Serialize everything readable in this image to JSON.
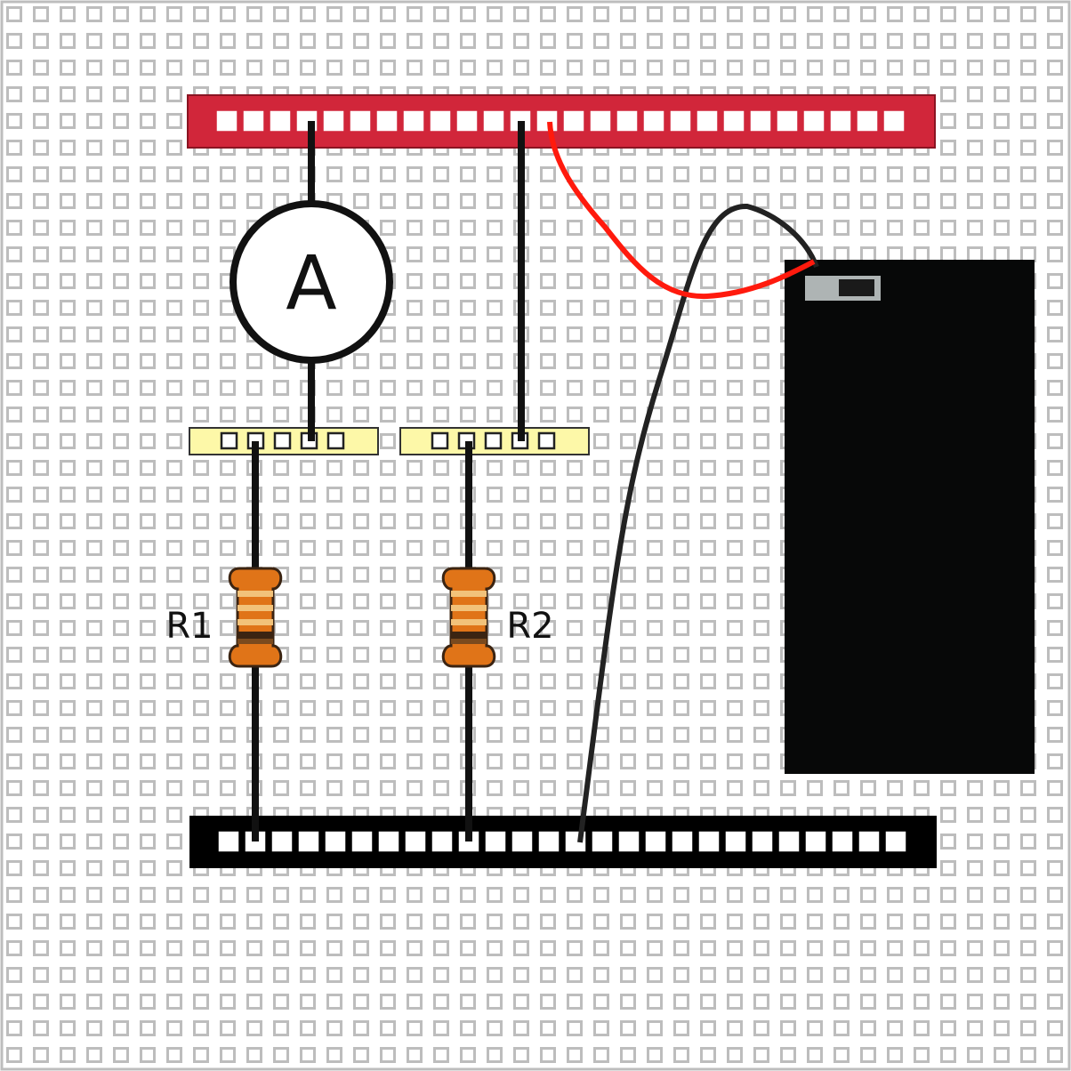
{
  "ammeter": {
    "symbol": "A"
  },
  "resistors": [
    {
      "label": "R1"
    },
    {
      "label": "R2"
    }
  ],
  "colors": {
    "board_background": "#ffffff",
    "board_holes": "#bdbdbd",
    "positive_rail": "#d1263a",
    "negative_rail": "#000000",
    "terminal_strip": "#fdf8a8",
    "resistor_body": "#e07418",
    "resistor_band_light": "#f2c27a",
    "resistor_band_dark": "#3b2412",
    "wire_black": "#111111",
    "wire_red": "#ff1a0d",
    "battery_pack": "#070808",
    "battery_switch": "#aeb4b4"
  }
}
